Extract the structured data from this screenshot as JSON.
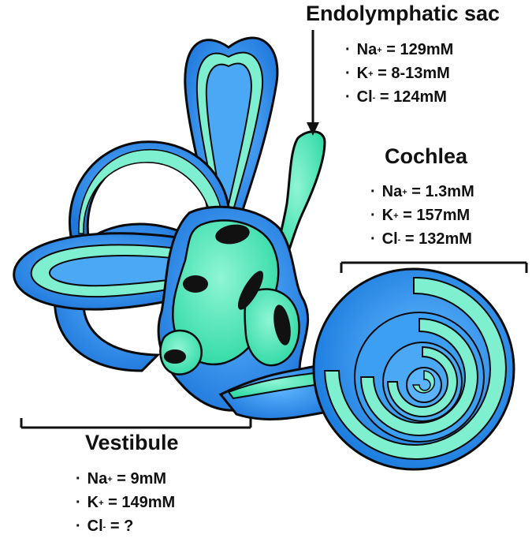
{
  "labels": {
    "endolymphatic_sac": "Endolymphatic sac",
    "cochlea": "Cochlea",
    "vestibule": "Vestibule"
  },
  "endolymphatic_sac_ions": [
    {
      "ion": "Na",
      "charge": "+",
      "value": "129mM"
    },
    {
      "ion": "K",
      "charge": "+",
      "value": "8-13mM"
    },
    {
      "ion": "Cl",
      "charge": "-",
      "value": "124mM"
    }
  ],
  "cochlea_ions": [
    {
      "ion": "Na",
      "charge": "+",
      "value": "1.3mM"
    },
    {
      "ion": "K",
      "charge": "+",
      "value": "157mM"
    },
    {
      "ion": "Cl",
      "charge": "-",
      "value": "132mM"
    }
  ],
  "vestibule_ions": [
    {
      "ion": "Na",
      "charge": "+",
      "value": "9mM"
    },
    {
      "ion": "K",
      "charge": "+",
      "value": "149mM"
    },
    {
      "ion": "Cl",
      "charge": "-",
      "value": "?"
    }
  ],
  "colors": {
    "perilymph_blue": "#2f8fe8",
    "endolymph_green": "#4de8b8",
    "outline": "#0a0a0a",
    "macula_black": "#111111"
  }
}
